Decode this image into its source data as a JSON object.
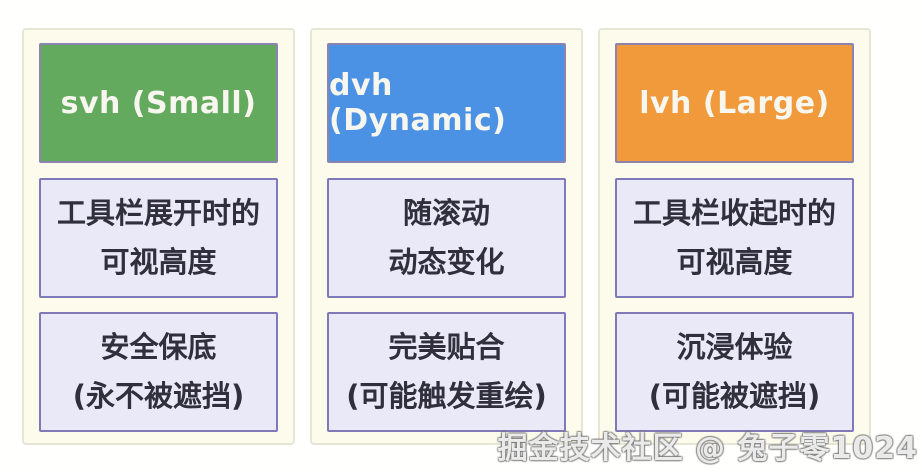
{
  "theme": {
    "page_bg": "#fffffd",
    "card_bg": "#fdfcec",
    "card_border": "#e7e6d5",
    "box_bg": "#eae9f8",
    "box_border": "#8079b7",
    "header_border": "#8b84ae",
    "header_text": "#f7f6ef",
    "body_text": "#302f3b"
  },
  "columns": [
    {
      "id": "svh",
      "header": {
        "label": "svh (Small)",
        "color": "#63aa5e"
      },
      "description": {
        "line1": "工具栏展开时的",
        "line2": "可视高度"
      },
      "verdict": {
        "line1": "安全保底",
        "line2": "(永不被遮挡)"
      }
    },
    {
      "id": "dvh",
      "header": {
        "label": "dvh (Dynamic)",
        "color": "#4b92e4"
      },
      "description": {
        "line1": "随滚动",
        "line2": "动态变化"
      },
      "verdict": {
        "line1": "完美贴合",
        "line2": "(可能触发重绘)"
      }
    },
    {
      "id": "lvh",
      "header": {
        "label": "lvh (Large)",
        "color": "#f09a3c"
      },
      "description": {
        "line1": "工具栏收起时的",
        "line2": "可视高度"
      },
      "verdict": {
        "line1": "沉浸体验",
        "line2": "(可能被遮挡)"
      }
    }
  ],
  "watermark": {
    "text": "掘金技术社区 @ 兔子零1024"
  }
}
